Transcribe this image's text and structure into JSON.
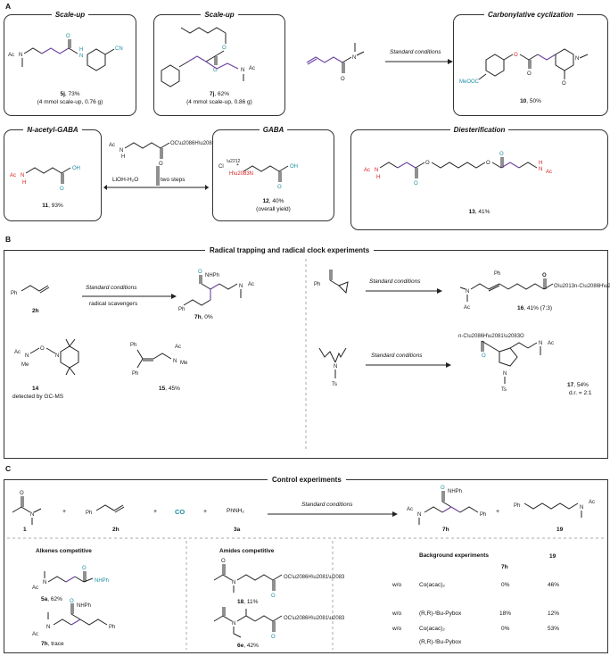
{
  "sectionA": {
    "letter": "A",
    "scaleup1": {
      "title": "Scale-up",
      "compound": "5j",
      "yield": ", 73%",
      "note": "(4 mmol scale-up, 0.76 g)"
    },
    "scaleup2": {
      "title": "Scale-up",
      "compound": "7j",
      "yield": ", 62%",
      "note": "(4 mmol scale-up, 0.86 g)"
    },
    "arrow_label": "Standard conditions",
    "carbonylative": {
      "title": "Carbonylative cyclization",
      "compound": "10",
      "yield": ", 50%"
    },
    "nacetyl": {
      "title": "N-acetyl-GABA",
      "compound": "11",
      "yield": ", 93%"
    },
    "lioh": "LiOH-H₂O",
    "two_steps": "two steps",
    "gaba": {
      "title": "GABA",
      "compound": "12",
      "yield": ", 40%",
      "note": "(overall yield)"
    },
    "diester": {
      "title": "Diesterification",
      "compound": "13",
      "yield": ",  41%"
    }
  },
  "sectionB": {
    "letter": "B",
    "title": "Radical trapping and radical clock experiments",
    "left": {
      "substrate": "2h",
      "cond1": "Standard conditions",
      "cond2": "radical scavengers",
      "product": "7h",
      "product_yield": ", 0%",
      "trap": "14",
      "trap_note": "detected by GC-MS",
      "alkene": "15",
      "alkene_yield": ", 45%"
    },
    "right": {
      "cond1": "Standard conditions",
      "product1": "16",
      "product1_yield": ", 41% (7:3)",
      "cond2": "Standard conditions",
      "product2": "17",
      "product2_yield": ", 54%",
      "product2_dr": "d.r. = 2:1"
    }
  },
  "sectionC": {
    "letter": "C",
    "title": "Control experiments",
    "reagents": [
      "1",
      "2h",
      "CO",
      "3a"
    ],
    "reagent_text": {
      "co": "CO",
      "aniline": "PhNH₂"
    },
    "cond": "Standard conditions",
    "products": [
      "7h",
      "19"
    ],
    "alkenes": {
      "title": "Alkenes competitive",
      "c1": "5a",
      "c1_yield": ", 62%",
      "c2": "7h",
      "c2_yield": ", trace"
    },
    "amides": {
      "title": "Amides competitive",
      "c1": "18",
      "c1_yield": ", 11%",
      "c2": "6e",
      "c2_yield": ", 42%"
    },
    "background": {
      "title": "Background experiments",
      "col1": "7h",
      "col2": "19",
      "rows": [
        {
          "wo": "w/o",
          "reagent": "Co(acac)₂",
          "v1": "0%",
          "v2": "46%"
        },
        {
          "wo": "w/o",
          "reagent": "(R,R)-ᵗBu-Pybox",
          "v1": "18%",
          "v2": "12%"
        },
        {
          "wo": "w/o",
          "reagent": "Co(acac)₂",
          "v1": "0%",
          "v2": "53%"
        }
      ],
      "extra": "(R,R)-ᵗBu-Pybox"
    }
  },
  "colors": {
    "purple": "#6b3fa0",
    "red": "#d42020",
    "teal": "#1d8fa0"
  }
}
